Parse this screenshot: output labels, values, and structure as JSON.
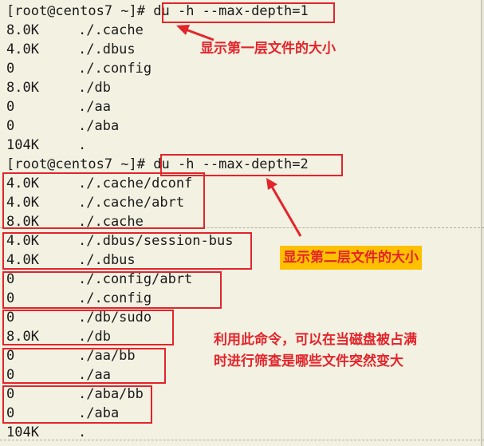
{
  "prompt": "[root@centos7 ~]#",
  "commands": {
    "cmd1": "du -h --max-depth=1",
    "cmd2": "du -h --max-depth=2"
  },
  "block1": [
    {
      "size": "8.0K",
      "path": "./.cache"
    },
    {
      "size": "4.0K",
      "path": "./.dbus"
    },
    {
      "size": "0",
      "path": "./.config"
    },
    {
      "size": "8.0K",
      "path": "./db"
    },
    {
      "size": "0",
      "path": "./aa"
    },
    {
      "size": "0",
      "path": "./aba"
    },
    {
      "size": "104K",
      "path": "."
    }
  ],
  "block2": [
    {
      "size": "4.0K",
      "path": "./.cache/dconf"
    },
    {
      "size": "4.0K",
      "path": "./.cache/abrt"
    },
    {
      "size": "8.0K",
      "path": "./.cache"
    },
    {
      "size": "4.0K",
      "path": "./.dbus/session-bus"
    },
    {
      "size": "4.0K",
      "path": "./.dbus"
    },
    {
      "size": "0",
      "path": "./.config/abrt"
    },
    {
      "size": "0",
      "path": "./.config"
    },
    {
      "size": "0",
      "path": "./db/sudo"
    },
    {
      "size": "8.0K",
      "path": "./db"
    },
    {
      "size": "0",
      "path": "./aa/bb"
    },
    {
      "size": "0",
      "path": "./aa"
    },
    {
      "size": "0",
      "path": "./aba/bb"
    },
    {
      "size": "0",
      "path": "./aba"
    },
    {
      "size": "104K",
      "path": "."
    }
  ],
  "annotations": {
    "first_layer": "显示第一层文件的大小",
    "second_layer": "显示第二层文件的大小",
    "usage_line1": "利用此命令，可以在当磁盘被占满",
    "usage_line2": "时进行筛查是哪些文件突然变大"
  },
  "colors": {
    "annotation_red": "#e3242b",
    "highlight_yellow": "#ffc000",
    "terminal_bg": "#f3f1e2"
  }
}
